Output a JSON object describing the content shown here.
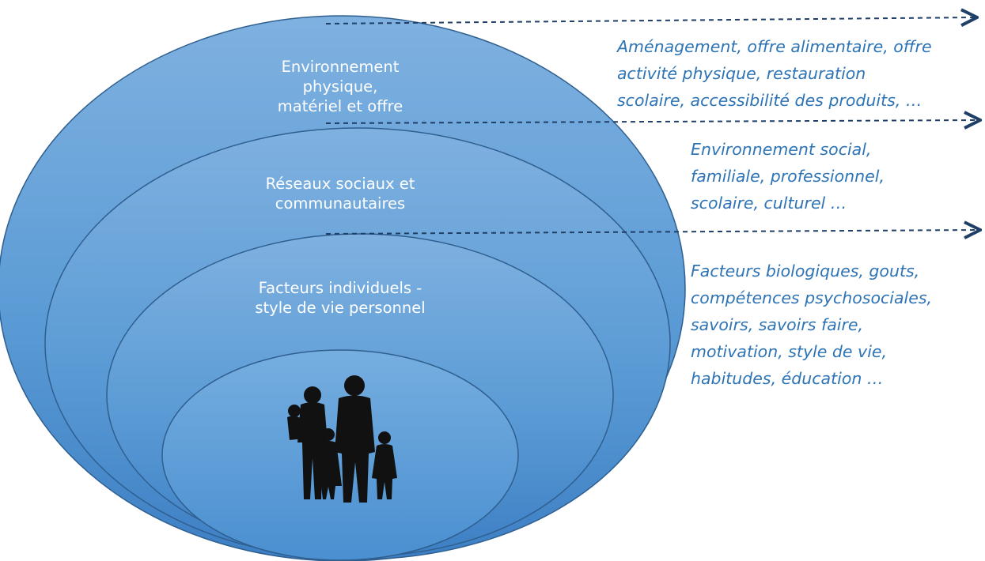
{
  "colors": {
    "ring_fill": "#5b9bd5",
    "ring_light": "#7fb1e0",
    "ring_dark": "#3d7fc4",
    "ring_edge": "#2f5f8f",
    "arrow": "#1f3f66",
    "note_text": "#2e74b5"
  },
  "levels": [
    {
      "label": "Environnement\nphysique,\nmatériel et offre",
      "description": "Aménagement, offre alimentaire, offre\nactivité physique, restauration\nscolaire, accessibilité des produits, …"
    },
    {
      "label": "Réseaux sociaux et\ncommunautaires",
      "description": "Environnement social,\nfamiliale, professionnel,\nscolaire, culturel …"
    },
    {
      "label": "Facteurs individuels -\nstyle de vie personnel",
      "description": "Facteurs biologiques, gouts,\ncompétences psychosociales,\nsavoirs, savoirs faire,\nmotivation, style de vie,\nhabitudes, éducation …"
    }
  ],
  "center_icon": "family-silhouette-icon"
}
